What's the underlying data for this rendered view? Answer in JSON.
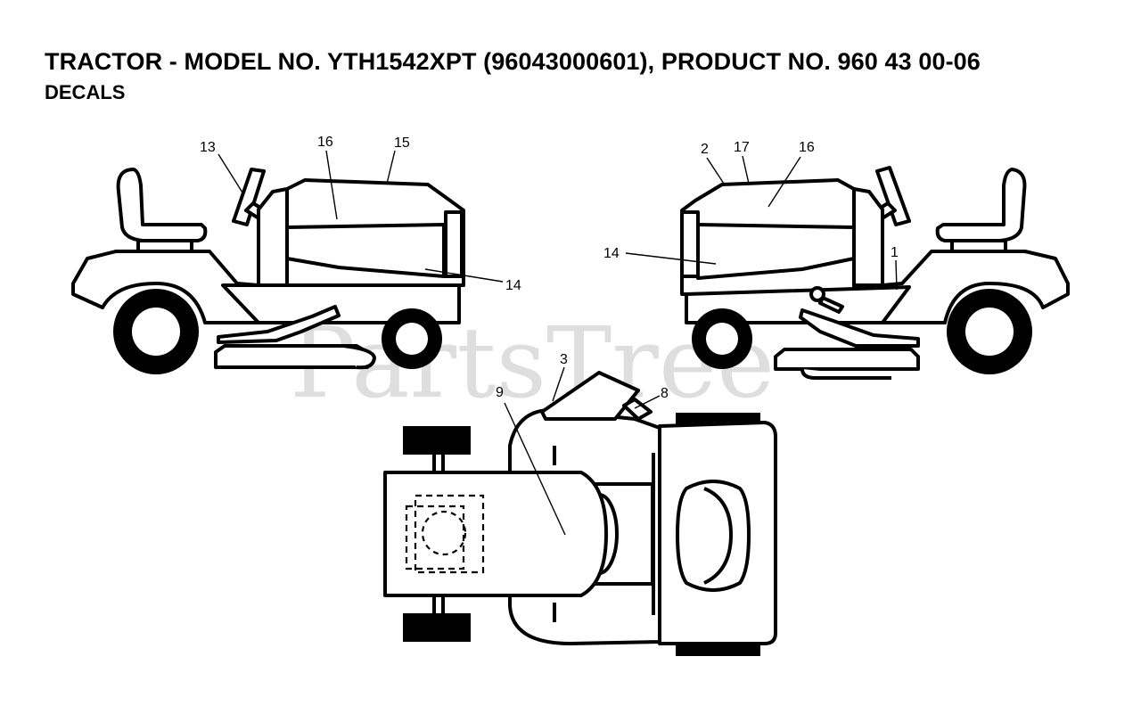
{
  "header": {
    "title": "TRACTOR - MODEL NO. YTH1542XPT (96043000601), PRODUCT NO. 960 43 00-06",
    "subtitle": "DECALS"
  },
  "watermark": "PartsTree",
  "callouts": {
    "left_13": "13",
    "left_16": "16",
    "left_15": "15",
    "left_14": "14",
    "right_2": "2",
    "right_17": "17",
    "right_16": "16",
    "right_14": "14",
    "right_1": "1",
    "top_3": "3",
    "top_8": "8",
    "top_9": "9"
  }
}
